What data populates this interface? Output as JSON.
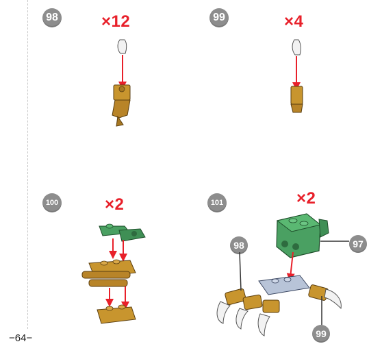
{
  "steps": [
    {
      "number": "98",
      "quantity": "×12"
    },
    {
      "number": "99",
      "quantity": "×4"
    },
    {
      "number": "100",
      "quantity": "×2"
    },
    {
      "number": "101",
      "quantity": "×2"
    }
  ],
  "callouts": {
    "left": "98",
    "right": "97",
    "bottom": "99"
  },
  "footer": {
    "page_number": "−64−"
  },
  "colors": {
    "arrow": "#e8202a",
    "gold": "#c8952e",
    "green": "#3f8f55",
    "gray_badge": "#8d8d8d",
    "light_blue_gray": "#b8c4d8",
    "white_horn": "#f2f2f2"
  }
}
